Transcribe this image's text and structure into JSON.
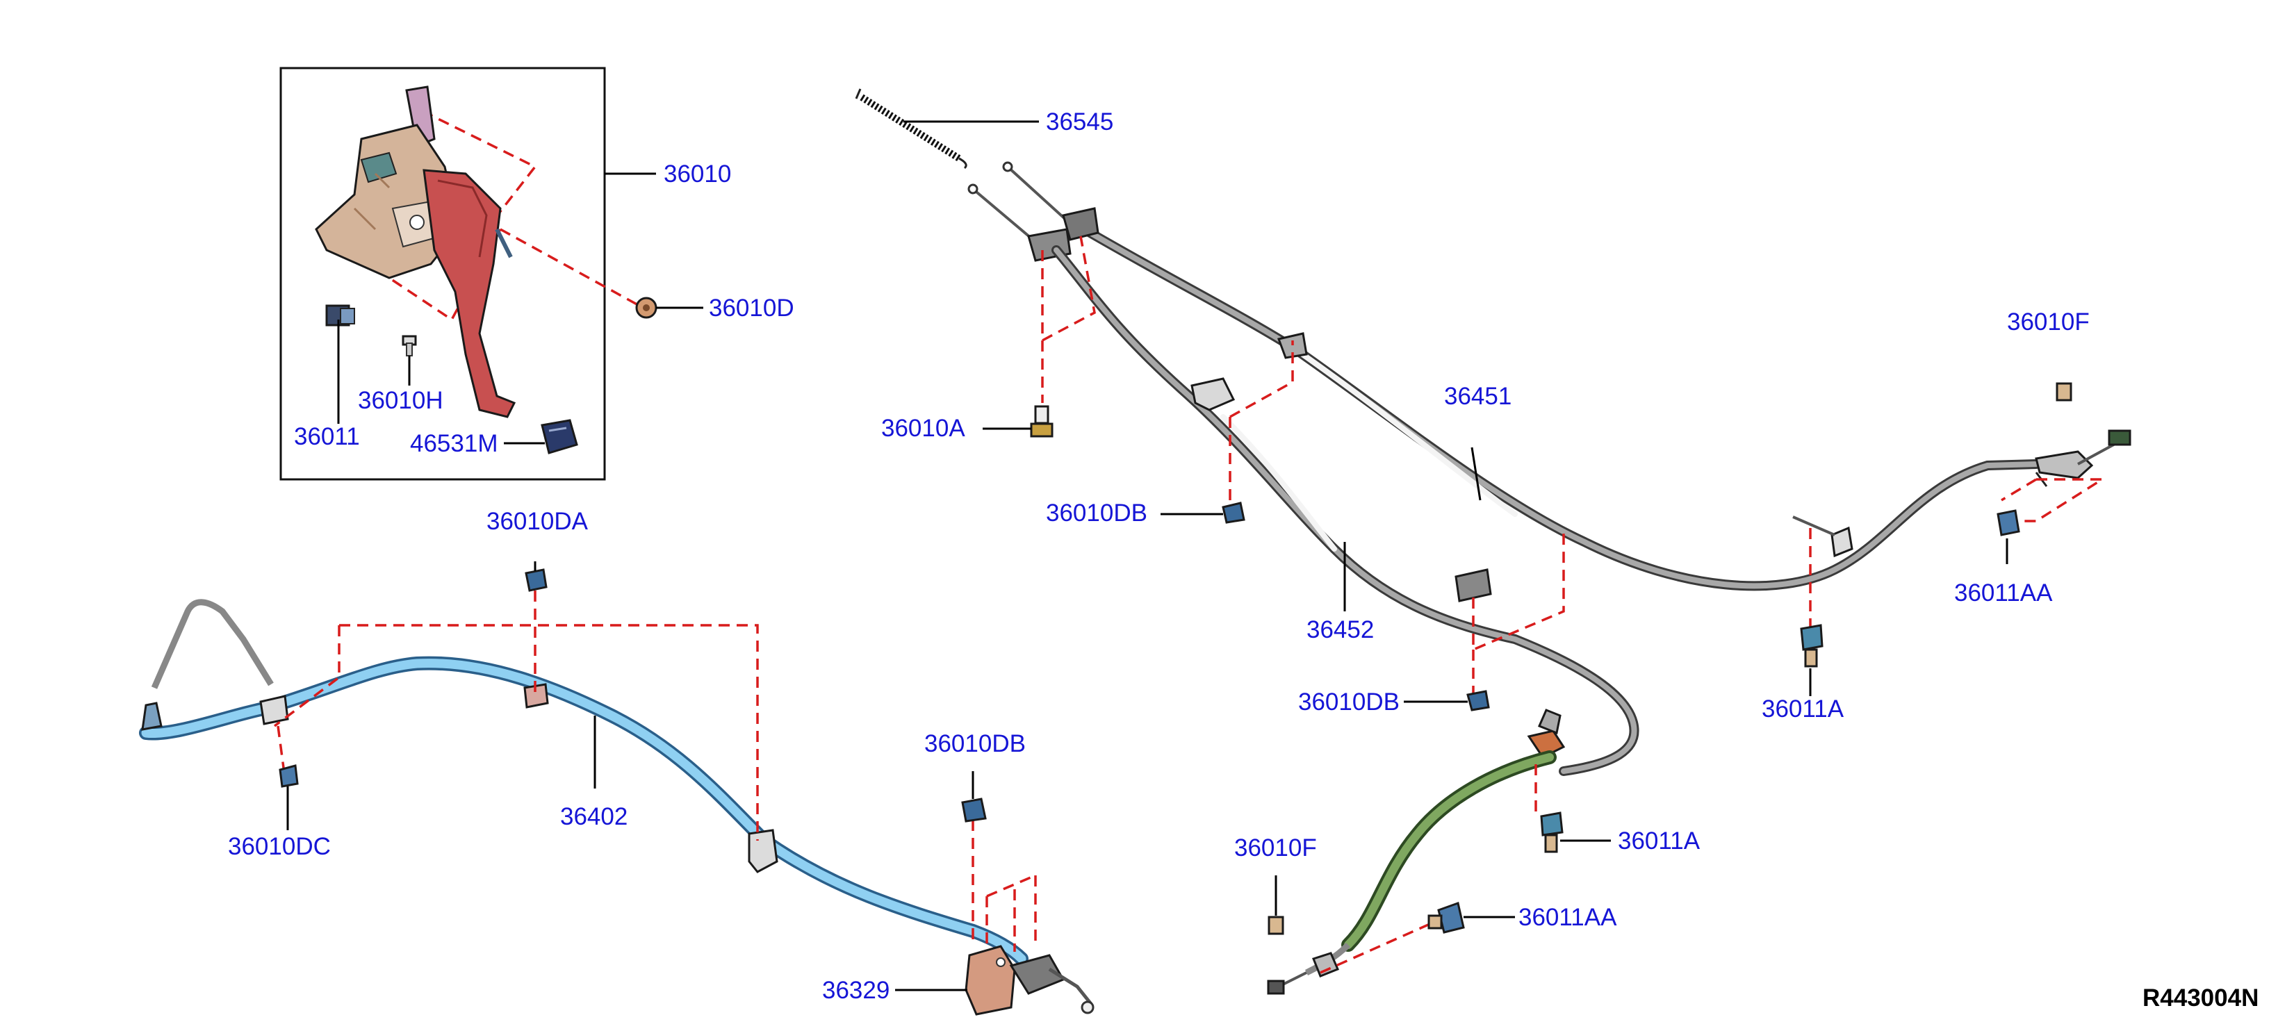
{
  "diagram": {
    "code": "R443004N",
    "callouts": {
      "p36010": "36010",
      "p36010D": "36010D",
      "p36010H": "36010H",
      "p36011": "36011",
      "p46531M": "46531M",
      "p36545": "36545",
      "p36010A": "36010A",
      "p36010DB_upper": "36010DB",
      "p36451": "36451",
      "p36010F_right": "36010F",
      "p36011AA_right": "36011AA",
      "p36452": "36452",
      "p36010DB_mid": "36010DB",
      "p36011A_right": "36011A",
      "p36010DA": "36010DA",
      "p36402": "36402",
      "p36010DC": "36010DC",
      "p36010DB_lower": "36010DB",
      "p36329": "36329",
      "p36010F_lower": "36010F",
      "p36011A_lower": "36011A",
      "p36011AA_lower": "36011AA"
    },
    "colors": {
      "callout_text": "#1515d6",
      "guide_dash": "#d81c1c",
      "front_cable": "#8fd0f2",
      "rear_cable_left": "#7fa860",
      "pedal_lever": "#c85050",
      "pedal_bracket": "#d4b49a"
    }
  }
}
